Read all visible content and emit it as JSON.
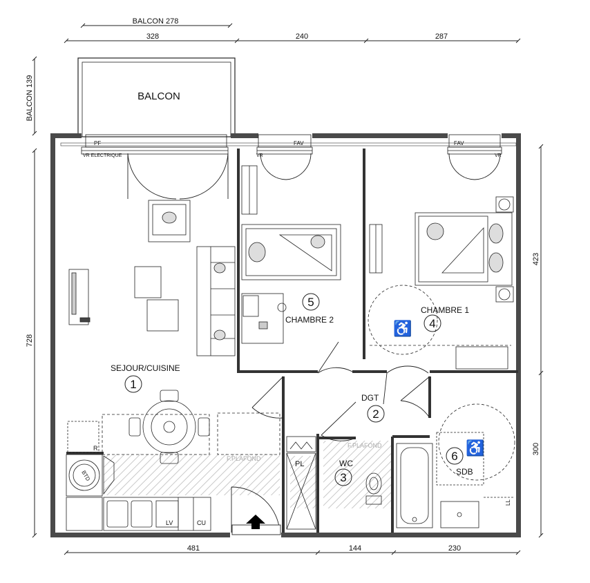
{
  "dimensions": {
    "top": [
      "328",
      "240",
      "287"
    ],
    "balcony_width": "BALCON 278",
    "balcony_depth": "BALCON 139",
    "left": "728",
    "right": [
      "423",
      "300"
    ],
    "bottom": [
      "481",
      "144",
      "230"
    ]
  },
  "balcony_label": "BALCON",
  "window_labels": {
    "pf": "PF",
    "vr_electrique": "VR ELECTRIQUE",
    "fav_1": "FAV",
    "fav_2": "FAV",
    "vr_1": "VR",
    "vr_2": "VR"
  },
  "rooms": [
    {
      "name": "SEJOUR/CUISINE",
      "number": "1"
    },
    {
      "name": "DGT",
      "number": "2"
    },
    {
      "name": "WC",
      "number": "3"
    },
    {
      "name": "CHAMBRE 1",
      "number": "4"
    },
    {
      "name": "CHAMBRE 2",
      "number": "5"
    },
    {
      "name": "SDB",
      "number": "6"
    }
  ],
  "fixture_labels": {
    "f_plafond_1": "F.PLAFOND",
    "f_plafond_2": "F.PLAFOND",
    "pl": "PL",
    "r": "R",
    "btd": "BTD",
    "lv": "LV",
    "cu": "CU",
    "ll": "LL"
  },
  "colors": {
    "wall": "#4a4a4a",
    "line": "#222222",
    "hatch": "#c9c9c9"
  }
}
